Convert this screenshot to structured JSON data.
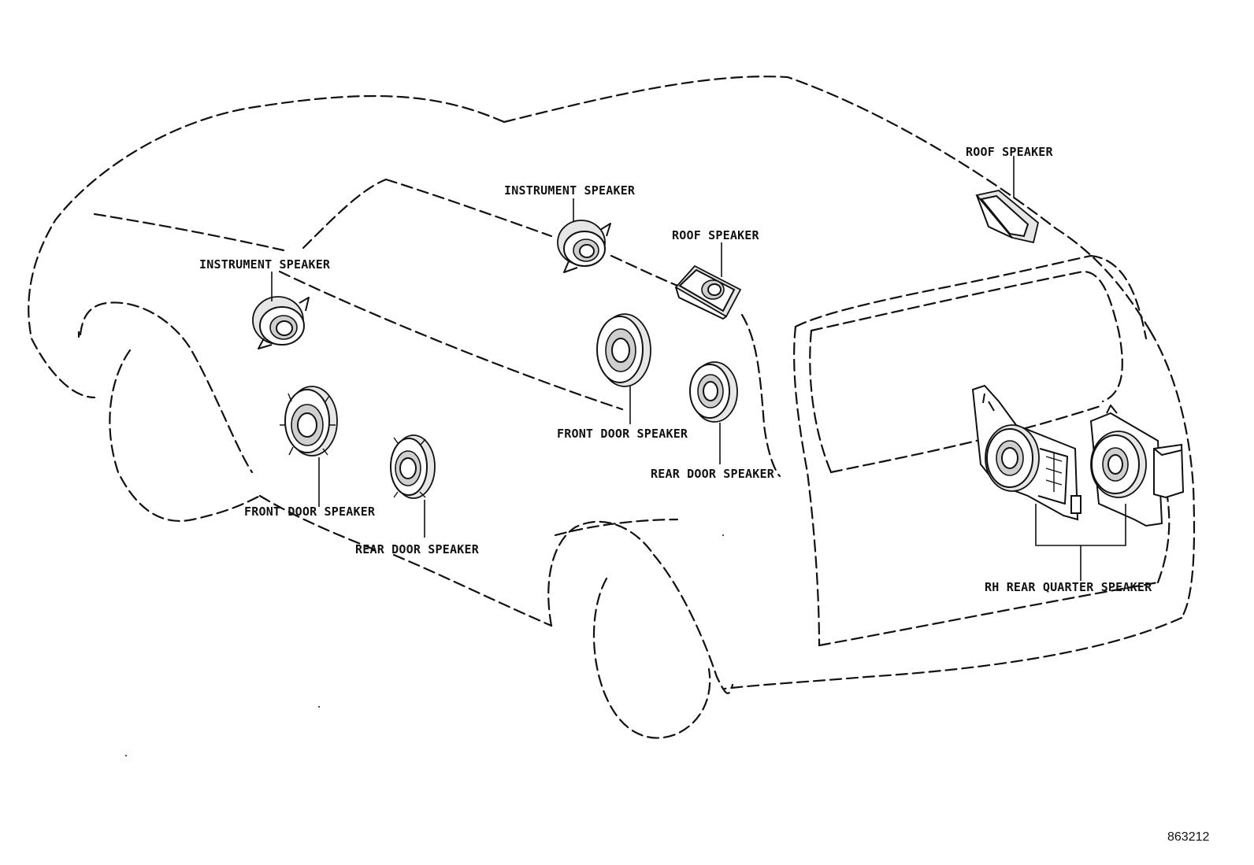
{
  "labels": {
    "instrument_speaker_left": "INSTRUMENT SPEAKER",
    "instrument_speaker_center": "INSTRUMENT SPEAKER",
    "roof_speaker_center": "ROOF SPEAKER",
    "roof_speaker_right": "ROOF SPEAKER",
    "front_door_speaker_left": "FRONT DOOR SPEAKER",
    "rear_door_speaker_left": "REAR DOOR SPEAKER",
    "front_door_speaker_center": "FRONT DOOR SPEAKER",
    "rear_door_speaker_center": "REAR DOOR SPEAKER",
    "rh_rear_quarter_speaker": "RH REAR QUARTER SPEAKER"
  },
  "figure_number": "863212"
}
